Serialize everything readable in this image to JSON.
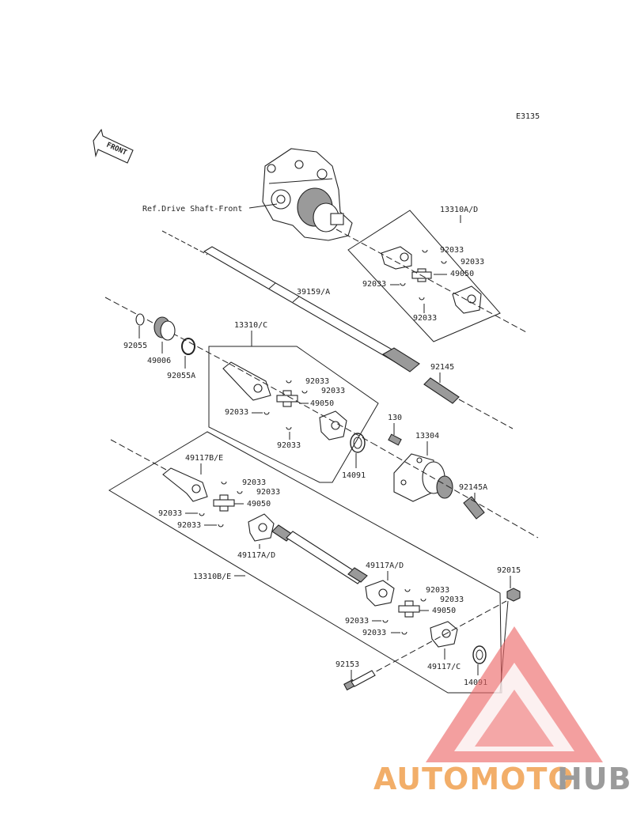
{
  "code": "E3135",
  "front_label": "FRONT",
  "ref_label": "Ref.Drive Shaft-Front",
  "parts": {
    "p13310AD": "13310A/D",
    "p39159A": "39159/A",
    "p92055": "92055",
    "p49006": "49006",
    "p92055A": "92055A",
    "p13310C": "13310/C",
    "p92145": "92145",
    "p130": "130",
    "p13304": "13304",
    "p92145A": "92145A",
    "p14091a": "14091",
    "p49117BE": "49117B/E",
    "p49117AD1": "49117A/D",
    "p49117AD2": "49117A/D",
    "p13310BE": "13310B/E",
    "p92015": "92015",
    "p49117C": "49117/C",
    "p14091b": "14091",
    "p92153": "92153",
    "circlip": "92033",
    "spider": "49050"
  },
  "watermark": {
    "part1": "AUTOMOTO",
    "part2": "HUB",
    "color1": "#f0a050",
    "color2": "#8a8a8a",
    "triangle_color": "#e83a3a"
  }
}
